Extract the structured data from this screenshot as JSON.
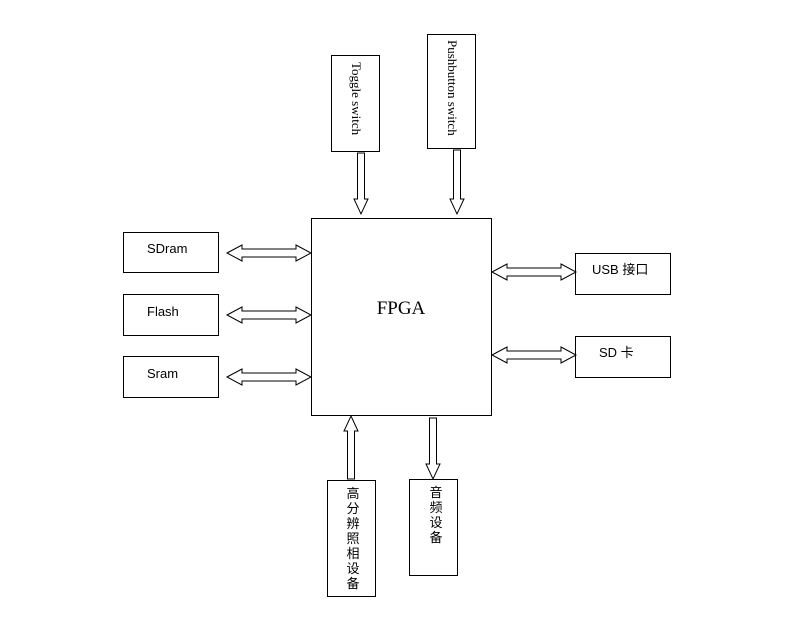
{
  "center": {
    "label": "FPGA"
  },
  "top_inputs": [
    {
      "label": "Toggle switch"
    },
    {
      "label": "Pushbutton switch"
    }
  ],
  "left_memory": [
    {
      "label": "SDram"
    },
    {
      "label": "Flash"
    },
    {
      "label": "Sram"
    }
  ],
  "right_interfaces": [
    {
      "label": "USB 接口"
    },
    {
      "label": "SD 卡"
    }
  ],
  "bottom_devices": [
    {
      "label": "高分辨照相设备"
    },
    {
      "label": "音频设备"
    }
  ]
}
